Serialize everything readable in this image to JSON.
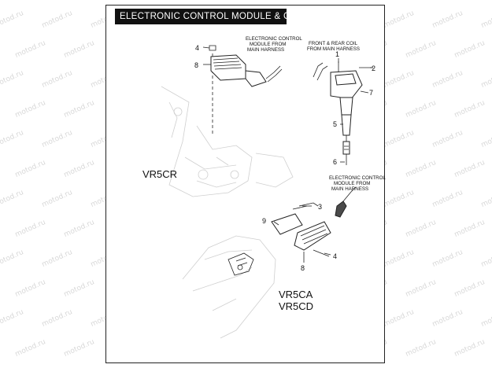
{
  "title": "ELECTRONIC CONTROL MODULE & COIL",
  "watermark": "motod.ru",
  "notes": {
    "ecm_top": [
      "ELECTRONIC CONTROL",
      "MODULE FROM",
      "MAIN HARNESS"
    ],
    "coil_top": [
      "FRONT & REAR COIL",
      "FROM MAIN HARNESS"
    ],
    "ecm_bottom": [
      "ELECTRONIC CONTROL",
      "MODULE FROM",
      "MAIN HARNESS"
    ]
  },
  "models": {
    "top": "VR5CR",
    "bottom_1": "VR5CA",
    "bottom_2": "VR5CD"
  },
  "callouts": {
    "top_bolt": "4",
    "top_module": "8",
    "coil_screw": "1",
    "coil_bolt": "2",
    "coil_body": "7",
    "coil_boot": "5",
    "spark_plug": "6",
    "bottom_bolt_a": "3",
    "bottom_bracket": "9",
    "bottom_bolt_b": "4",
    "bottom_module": "8"
  },
  "colors": {
    "frame": "#222222",
    "title_bg": "#111111",
    "watermark": "#d8d8d8"
  }
}
